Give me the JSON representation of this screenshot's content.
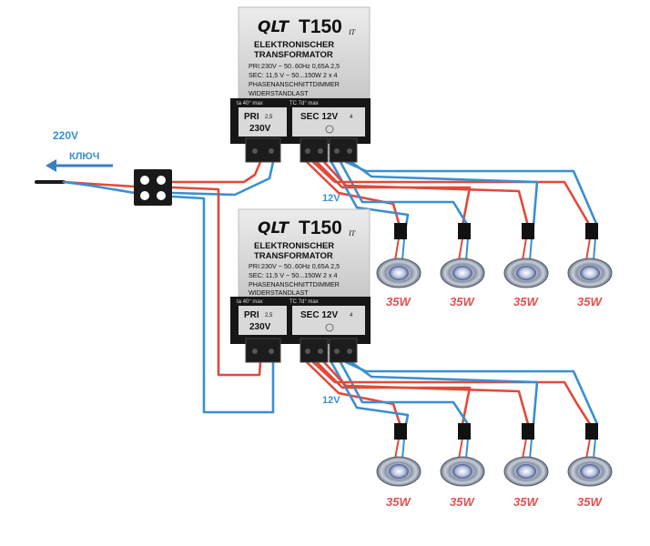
{
  "mains": {
    "voltage_label": "220V",
    "switch_label": "КЛЮЧ"
  },
  "colors": {
    "live_wire": "#e04a3a",
    "neutral_wire": "#3a8fd0",
    "dark": "#1a1a1a",
    "watt_text": "#e05050"
  },
  "transformers": [
    {
      "brand": "QLT",
      "model": "T150",
      "model_suffix": "IT",
      "line1": "ELEKTRONISCHER",
      "line2": "TRANSFORMATOR",
      "spec1": "PRI:230V ~ 50..60Hz 0,65A 2,5",
      "spec2": "SEC: 11,5 V ~ 50...150W  2 x 4",
      "spec3": "PHASENANSCHNITTDIMMER",
      "spec4": "WIDERSTANDLAST",
      "ta": "ta 40° max",
      "tc": "TC 7d° max",
      "pri_label": "PRI",
      "pri_gauge": "2,5",
      "pri_voltage": "230V",
      "sec_label": "SEC 12V",
      "sec_gauge": "4",
      "out_voltage_label": "12V"
    },
    {
      "brand": "QLT",
      "model": "T150",
      "model_suffix": "IT",
      "line1": "ELEKTRONISCHER",
      "line2": "TRANSFORMATOR",
      "spec1": "PRI:230V ~ 50..60Hz 0,65A 2,5",
      "spec2": "SEC: 11,5 V ~ 50...150W  2 x 4",
      "spec3": "PHASENANSCHNITTDIMMER",
      "spec4": "WIDERSTANDLAST",
      "ta": "ta 40° max",
      "tc": "TC 7d° max",
      "pri_label": "PRI",
      "pri_gauge": "2,5",
      "pri_voltage": "230V",
      "sec_label": "SEC 12V",
      "sec_gauge": "4",
      "out_voltage_label": "12V"
    }
  ],
  "lamp_rows": [
    {
      "lamps": [
        {
          "power": "35W"
        },
        {
          "power": "35W"
        },
        {
          "power": "35W"
        },
        {
          "power": "35W"
        }
      ]
    },
    {
      "lamps": [
        {
          "power": "35W"
        },
        {
          "power": "35W"
        },
        {
          "power": "35W"
        },
        {
          "power": "35W"
        }
      ]
    }
  ]
}
